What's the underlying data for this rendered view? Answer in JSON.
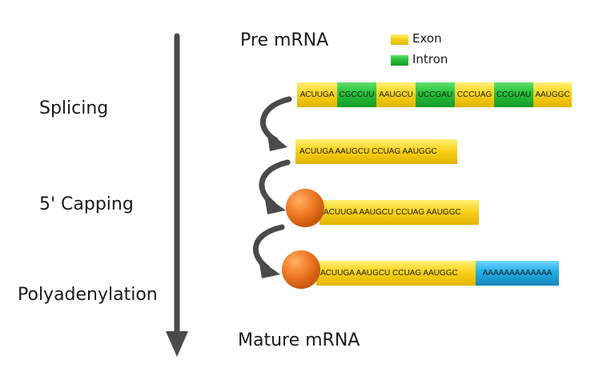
{
  "title_top": "Pre mRNA",
  "title_bottom": "Mature mRNA",
  "legend": {
    "exon_label": "Exon",
    "intron_label": "Intron",
    "exon_color": "#f2c40c",
    "intron_color": "#22c13a"
  },
  "stages": {
    "splicing": "Splicing",
    "capping": "5' Capping",
    "polyadenylation": "Polyadenylation"
  },
  "pre_mrna_segments": [
    {
      "label": "ACUUGA",
      "type": "exon"
    },
    {
      "label": "CGCCUU",
      "type": "intron"
    },
    {
      "label": "AAUGCU",
      "type": "exon"
    },
    {
      "label": "UCCGAU",
      "type": "intron"
    },
    {
      "label": "CCCUAG",
      "type": "exon"
    },
    {
      "label": "CCGUAU",
      "type": "intron"
    },
    {
      "label": "AAUGGC",
      "type": "exon"
    }
  ],
  "spliced_sequence": "ACUUGA AAUGCU  CCUAG  AAUGGC",
  "poly_a_tail": "AAAAAAAAAAAAA",
  "colors": {
    "tail": "#22aee6",
    "cap": "#f07a22",
    "arrow": "#4a4a4a"
  }
}
